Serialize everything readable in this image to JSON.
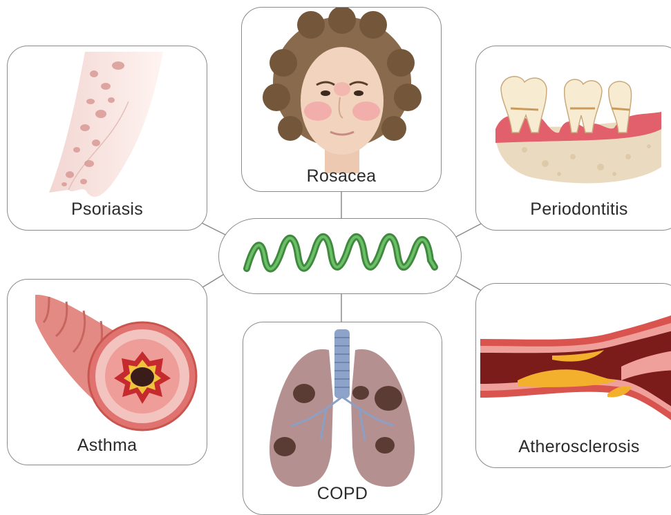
{
  "center": {
    "icon": "bacterium-spiral-icon",
    "color": "#4e9a4c"
  },
  "conditions": {
    "psoriasis": "Psoriasis",
    "rosacea": "Rosacea",
    "periodontitis": "Periodontitis",
    "asthma": "Asthma",
    "copd": "COPD",
    "atherosclerosis": "Atherosclerosis"
  },
  "colors": {
    "border": "#8a8a8a",
    "connector": "#8a8a8a",
    "label_text": "#2b2b2b"
  }
}
